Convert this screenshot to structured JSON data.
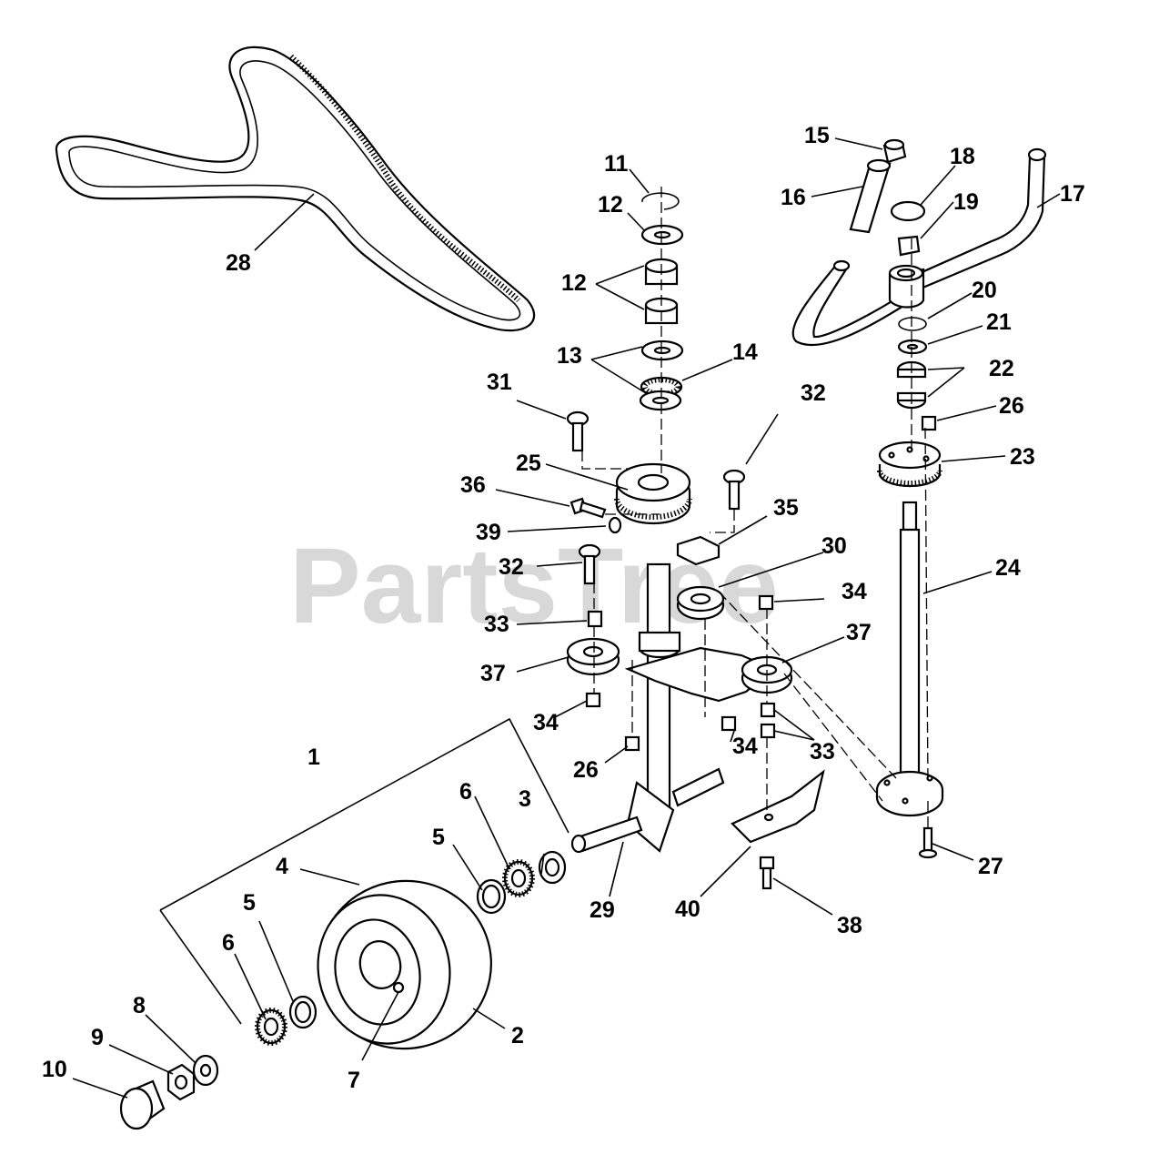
{
  "watermark": {
    "text": "PartsTree",
    "trademark": "™"
  },
  "callouts": [
    {
      "id": "c1",
      "label": "1"
    },
    {
      "id": "c2",
      "label": "2"
    },
    {
      "id": "c3",
      "label": "3"
    },
    {
      "id": "c4",
      "label": "4"
    },
    {
      "id": "c5a",
      "label": "5"
    },
    {
      "id": "c5b",
      "label": "5"
    },
    {
      "id": "c6a",
      "label": "6"
    },
    {
      "id": "c6b",
      "label": "6"
    },
    {
      "id": "c7",
      "label": "7"
    },
    {
      "id": "c8",
      "label": "8"
    },
    {
      "id": "c9",
      "label": "9"
    },
    {
      "id": "c10",
      "label": "10"
    },
    {
      "id": "c11",
      "label": "11"
    },
    {
      "id": "c12a",
      "label": "12"
    },
    {
      "id": "c12b",
      "label": "12"
    },
    {
      "id": "c13",
      "label": "13"
    },
    {
      "id": "c14",
      "label": "14"
    },
    {
      "id": "c15",
      "label": "15"
    },
    {
      "id": "c16",
      "label": "16"
    },
    {
      "id": "c17",
      "label": "17"
    },
    {
      "id": "c18",
      "label": "18"
    },
    {
      "id": "c19",
      "label": "19"
    },
    {
      "id": "c20",
      "label": "20"
    },
    {
      "id": "c21",
      "label": "21"
    },
    {
      "id": "c22",
      "label": "22"
    },
    {
      "id": "c23",
      "label": "23"
    },
    {
      "id": "c24",
      "label": "24"
    },
    {
      "id": "c25",
      "label": "25"
    },
    {
      "id": "c26a",
      "label": "26"
    },
    {
      "id": "c26b",
      "label": "26"
    },
    {
      "id": "c27",
      "label": "27"
    },
    {
      "id": "c28",
      "label": "28"
    },
    {
      "id": "c29",
      "label": "29"
    },
    {
      "id": "c30",
      "label": "30"
    },
    {
      "id": "c31",
      "label": "31"
    },
    {
      "id": "c32a",
      "label": "32"
    },
    {
      "id": "c32b",
      "label": "32"
    },
    {
      "id": "c33a",
      "label": "33"
    },
    {
      "id": "c33b",
      "label": "33"
    },
    {
      "id": "c34a",
      "label": "34"
    },
    {
      "id": "c34b",
      "label": "34"
    },
    {
      "id": "c34c",
      "label": "34"
    },
    {
      "id": "c35",
      "label": "35"
    },
    {
      "id": "c36",
      "label": "36"
    },
    {
      "id": "c37a",
      "label": "37"
    },
    {
      "id": "c37b",
      "label": "37"
    },
    {
      "id": "c38",
      "label": "38"
    },
    {
      "id": "c39",
      "label": "39"
    },
    {
      "id": "c40",
      "label": "40"
    }
  ]
}
